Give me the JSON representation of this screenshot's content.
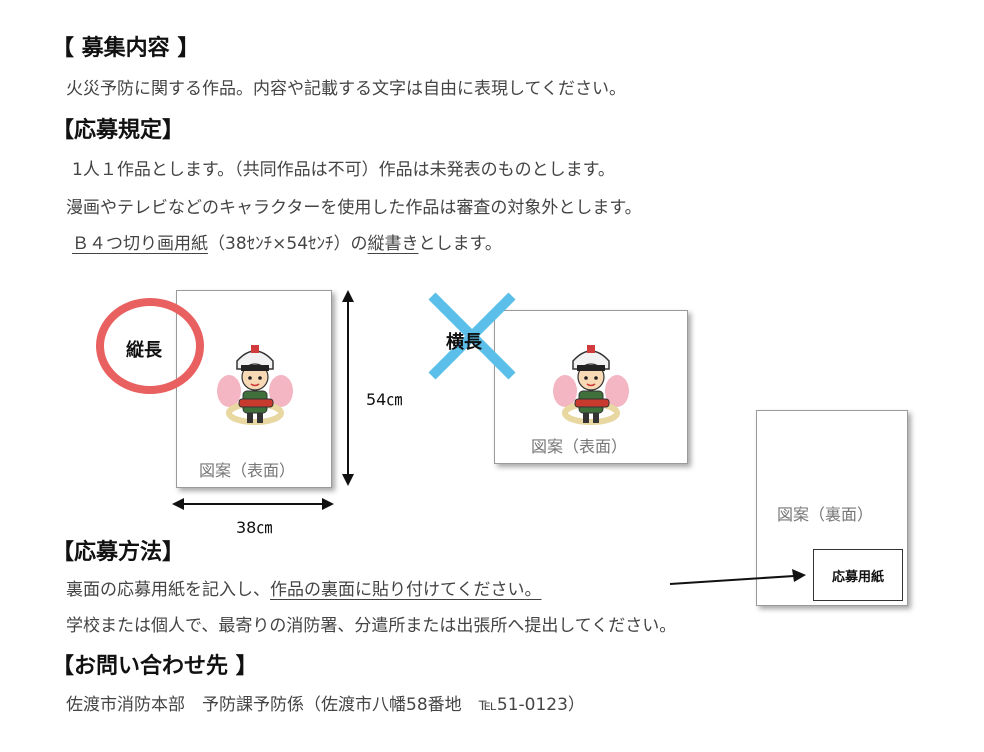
{
  "sections": {
    "recruitment": {
      "heading": "【 募集内容 】",
      "line1": "火災予防に関する作品。内容や記載する文字は自由に表現してください。"
    },
    "rules": {
      "heading": "【応募規定】",
      "line1": "1人１作品とします。（共同作品は不可）作品は未発表のものとします。",
      "line2": "漫画やテレビなどのキャラクターを使用した作品は審査の対象外とします。",
      "line3_paper": "Ｂ４つ切り画用紙",
      "line3_size": "（38ｾﾝﾁ×54ｾﾝﾁ）の",
      "line3_vertical": "縦書き",
      "line3_end": "とします。"
    },
    "method": {
      "heading": "【応募方法】",
      "line1_a": "裏面の応募用紙を記入し、",
      "line1_b": "作品の裏面に貼り付けてください。",
      "line2": "学校または個人で、最寄りの消防署、分遣所または出張所へ提出してください。"
    },
    "contact": {
      "heading": "【お問い合わせ先 】",
      "line1": "佐渡市消防本部　予防課予防係（佐渡市八幡58番地　℡51-0123）"
    }
  },
  "diagram": {
    "portrait": {
      "mark_label": "縦長",
      "caption": "図案（表面）",
      "height_label": "54㎝",
      "width_label": "38㎝",
      "mark_color": "#e8605f"
    },
    "landscape": {
      "mark_label": "横長",
      "caption": "図案（表面）",
      "mark_color": "#5bbfe9"
    },
    "back": {
      "caption": "図案（裏面）",
      "form_label": "応募用紙"
    }
  }
}
